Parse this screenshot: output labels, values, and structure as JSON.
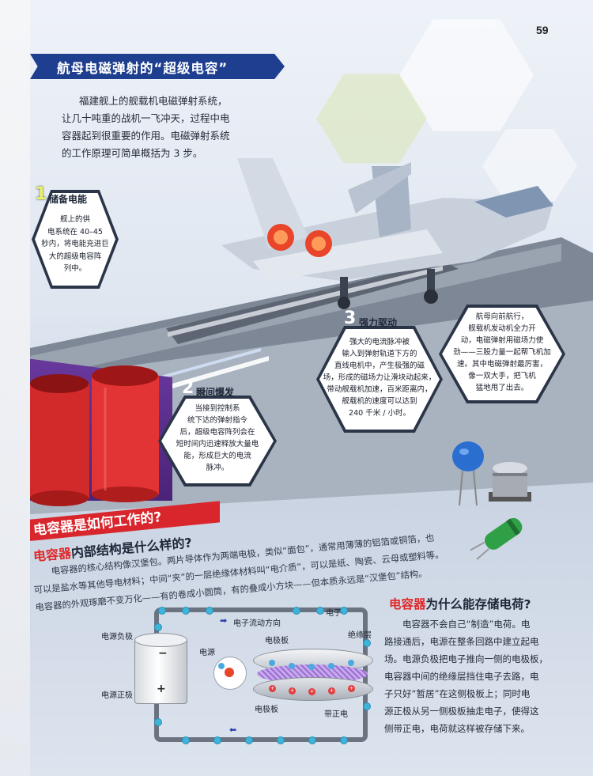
{
  "page_number": "59",
  "header": {
    "title": "航母电磁弹射的“超级电容”"
  },
  "intro": [
    "福建舰上的舰载机电磁弹射系统，",
    "让几十吨重的战机一飞冲天，过程中电",
    "容器起到很重要的作用。电磁弹射系统",
    "的工作原理可简单概括为 3 步。"
  ],
  "steps": [
    {
      "number": "1",
      "title": "储备电能",
      "lines": [
        "舰上的供",
        "电系统在 40–45",
        "秒内，将电能充进巨",
        "大的超级电容阵",
        "列中。"
      ]
    },
    {
      "number": "2",
      "title": "瞬间爆发",
      "lines": [
        "当接到控制系",
        "统下达的弹射指令",
        "后，超级电容阵列会在",
        "短时间内迅速释放大量电",
        "能，形成巨大的电流",
        "脉冲。"
      ]
    },
    {
      "number": "3",
      "title": "强力驱动",
      "lines": [
        "强大的电流脉冲被",
        "输入到弹射轨道下方的",
        "直线电机中，产生极强的磁",
        "场，形成的磁场力让滑块动起来，",
        "带动舰载机加速，百米距离内，",
        "舰载机的速度可以达到",
        "240 千米 / 小时。"
      ]
    }
  ],
  "aside": {
    "lines": [
      "航母向前航行，",
      "舰载机发动机全力开",
      "动，电磁弹射用磁场力使",
      "劲——三股力量一起帮飞机加",
      "速。其中电磁弹射最厉害，",
      "像一双大手，把飞机",
      "猛地甩了出去。"
    ]
  },
  "how_it_works": {
    "banner": "电容器是如何工作的?",
    "subtitle_highlight": "电容器",
    "subtitle_rest": "内部结构是什么样的?",
    "lines": [
      "电容器的核心结构像汉堡包。两片导体作为两端电极，类似“面包”，通常用薄薄的铝箔或铜箔，也",
      "可以是盐水等其他导电材料；中间“夹”的一层绝缘体材料叫“电介质”，可以是纸、陶瓷、云母或塑料等。",
      "电容器的外观琢磨不变万化——有的卷成小圆筒，有的叠成小方块——但本质永远是“汉堡包”结构。"
    ]
  },
  "diagram": {
    "electron_flow": "电子流动方向",
    "negative_pole": "电源负极",
    "power_source": "电源",
    "positive_pole": "电源正极",
    "electrode_top": "电极板",
    "electron": "电子",
    "insulation": "绝缘层",
    "electrode_bottom": "电极板",
    "positive_charge": "带正电",
    "minus_sign": "−",
    "plus_sign": "+"
  },
  "why_store": {
    "title_highlight": "电容器",
    "title_rest": "为什么能存储电荷?",
    "lines": [
      "电容器不会自己“制造”电荷。电",
      "路接通后，电源在整条回路中建立起电",
      "场。电源负极把电子推向一侧的电极板，",
      "电容器中间的绝缘层挡住电子去路，电",
      "子只好“暂居”在这侧极板上；同时电",
      "源正极从另一侧极板抽走电子，使得这",
      "侧带正电，电荷就这样被存储下来。"
    ]
  },
  "colors": {
    "header_blue": "#1e3f8f",
    "accent_red": "#e02828",
    "banner_red": "#d9262c",
    "hex_border": "#2b3548",
    "step_text": "#1a1f2b"
  }
}
